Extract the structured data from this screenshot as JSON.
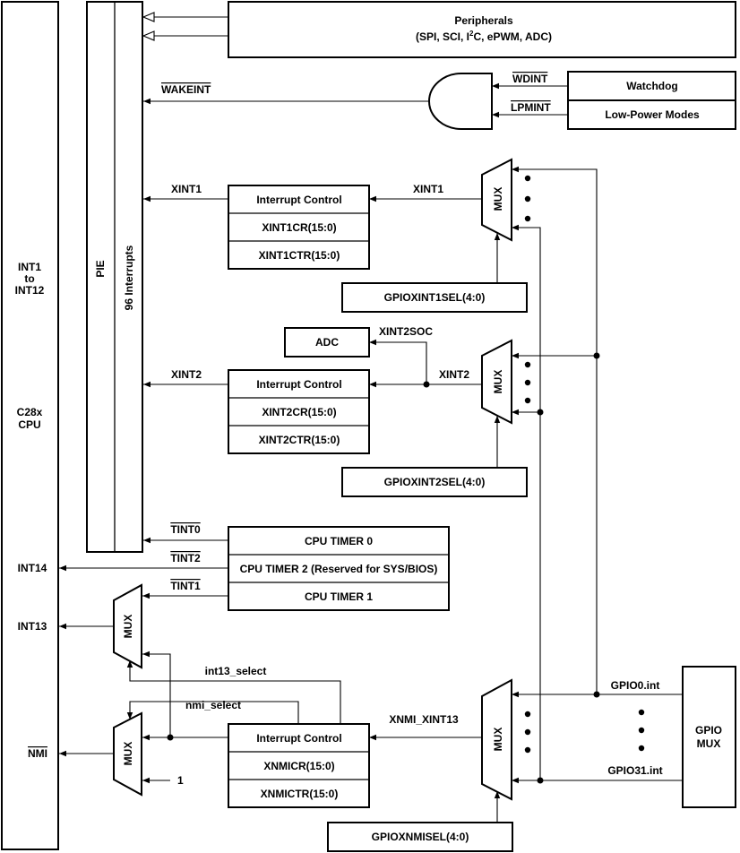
{
  "cpu": {
    "int1_label": "INT1",
    "to_label": "to",
    "int12_label": "INT12",
    "c28x_label": "C28x",
    "cpu_label": "CPU",
    "int14_label": "INT14",
    "int13_label": "INT13",
    "nmi_label": "NMI"
  },
  "pie": {
    "label": "PIE",
    "interrupts_label": "96 Interrupts"
  },
  "peripherals": {
    "title": "Peripherals",
    "list_pre": "(SPI, SCI, I",
    "list_sup": "2",
    "list_post": "C, ePWM, ADC)"
  },
  "wake": {
    "wakeint_label": "WAKEINT",
    "wdint_label": "WDINT",
    "lpmint_label": "LPMINT",
    "watchdog_label": "Watchdog",
    "lowpower_label": "Low-Power Modes"
  },
  "xint1": {
    "out_label": "XINT1",
    "mux_out_label": "XINT1",
    "ctrl_label": "Interrupt Control",
    "cr_label": "XINT1CR(15:0)",
    "ctr_label": "XINT1CTR(15:0)",
    "mux_label": "MUX",
    "sel_label": "GPIOXINT1SEL(4:0)"
  },
  "xint2": {
    "out_label": "XINT2",
    "mux_out_label": "XINT2",
    "soc_label": "XINT2SOC",
    "adc_label": "ADC",
    "ctrl_label": "Interrupt Control",
    "cr_label": "XINT2CR(15:0)",
    "ctr_label": "XINT2CTR(15:0)",
    "mux_label": "MUX",
    "sel_label": "GPIOXINT2SEL(4:0)"
  },
  "timers": {
    "tint0_label": "TINT0",
    "tint2_label": "TINT2",
    "tint1_label": "TINT1",
    "timer0_label": "CPU TIMER 0",
    "timer2_label": "CPU TIMER 2 (Reserved for SYS/BIOS)",
    "timer1_label": "CPU TIMER 1"
  },
  "nmi": {
    "int13_mux_label": "MUX",
    "nmi_mux_label": "MUX",
    "int13_select_label": "int13_select",
    "nmi_select_label": "nmi_select",
    "const_one_label": "1",
    "xnmi_label": "XNMI_XINT13",
    "ctrl_label": "Interrupt Control",
    "cr_label": "XNMICR(15:0)",
    "ctr_label": "XNMICTR(15:0)",
    "mux_label": "MUX",
    "sel_label": "GPIOXNMISEL(4:0)"
  },
  "gpio": {
    "gpio0_label": "GPIO0.int",
    "gpio31_label": "GPIO31.int",
    "mux_label_1": "GPIO",
    "mux_label_2": "MUX"
  }
}
